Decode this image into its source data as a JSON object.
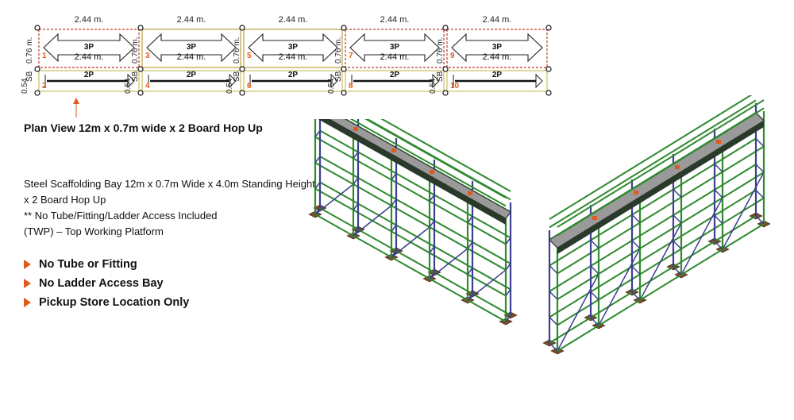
{
  "plan": {
    "bay_width_label": "2.44 m.",
    "end_label": "0.76 m.",
    "sb_label": "SB",
    "end_label_small": "0.54",
    "upper_platform_label": "3P",
    "lower_platform_label": "2P",
    "bay_numbers_top": [
      "1",
      "3",
      "5",
      "7",
      "9"
    ],
    "bay_numbers_bottom": [
      "2",
      "4",
      "6",
      "8",
      "10"
    ],
    "caption": "Plan View 12m x 0.7m wide x 2 Board Hop Up"
  },
  "description": {
    "line1": "Steel Scaffolding Bay 12m x 0.7m Wide x 4.0m Standing Height",
    "line2": "x 2 Board Hop Up",
    "line3": "** No Tube/Fitting/Ladder Access Included",
    "line4": "(TWP) – Top Working Platform"
  },
  "features": [
    "No Tube or Fitting",
    "No Ladder Access Bay",
    "Pickup Store Location Only"
  ],
  "colors": {
    "accent": "#e05a1c",
    "bay_red": "#c0392b",
    "frame_green": "#2f8a2f",
    "frame_blue": "#3a3f8f",
    "deck_grey": "#9a9a9a",
    "base_brown": "#7a4a2a"
  }
}
